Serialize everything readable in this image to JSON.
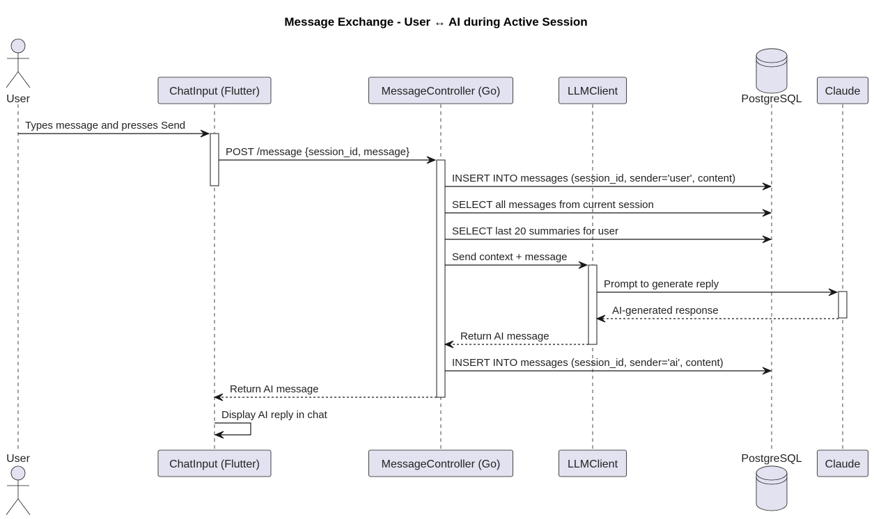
{
  "diagram": {
    "title": "Message Exchange - User ↔ AI during Active Session",
    "participants": [
      {
        "id": "user",
        "label": "User",
        "kind": "actor"
      },
      {
        "id": "chat",
        "label": "ChatInput (Flutter)",
        "kind": "participant"
      },
      {
        "id": "mc",
        "label": "MessageController (Go)",
        "kind": "participant"
      },
      {
        "id": "llm",
        "label": "LLMClient",
        "kind": "participant"
      },
      {
        "id": "pg",
        "label": "PostgreSQL",
        "kind": "database"
      },
      {
        "id": "claude",
        "label": "Claude",
        "kind": "participant"
      }
    ],
    "messages": [
      {
        "from": "user",
        "to": "chat",
        "label": "Types message and presses Send",
        "style": "solid"
      },
      {
        "from": "chat",
        "to": "mc",
        "label": "POST /message {session_id, message}",
        "style": "solid"
      },
      {
        "from": "mc",
        "to": "pg",
        "label": "INSERT INTO messages (session_id, sender='user', content)",
        "style": "solid"
      },
      {
        "from": "mc",
        "to": "pg",
        "label": "SELECT all messages from current session",
        "style": "solid"
      },
      {
        "from": "mc",
        "to": "pg",
        "label": "SELECT last 20 summaries for user",
        "style": "solid"
      },
      {
        "from": "mc",
        "to": "llm",
        "label": "Send context + message",
        "style": "solid"
      },
      {
        "from": "llm",
        "to": "claude",
        "label": "Prompt to generate reply",
        "style": "solid"
      },
      {
        "from": "claude",
        "to": "llm",
        "label": "AI-generated response",
        "style": "dashed"
      },
      {
        "from": "llm",
        "to": "mc",
        "label": "Return AI message",
        "style": "dashed"
      },
      {
        "from": "mc",
        "to": "pg",
        "label": "INSERT INTO messages (session_id, sender='ai', content)",
        "style": "solid"
      },
      {
        "from": "mc",
        "to": "chat",
        "label": "Return AI message",
        "style": "dashed"
      },
      {
        "from": "chat",
        "to": "chat",
        "label": "Display AI reply in chat",
        "style": "solid"
      }
    ]
  }
}
